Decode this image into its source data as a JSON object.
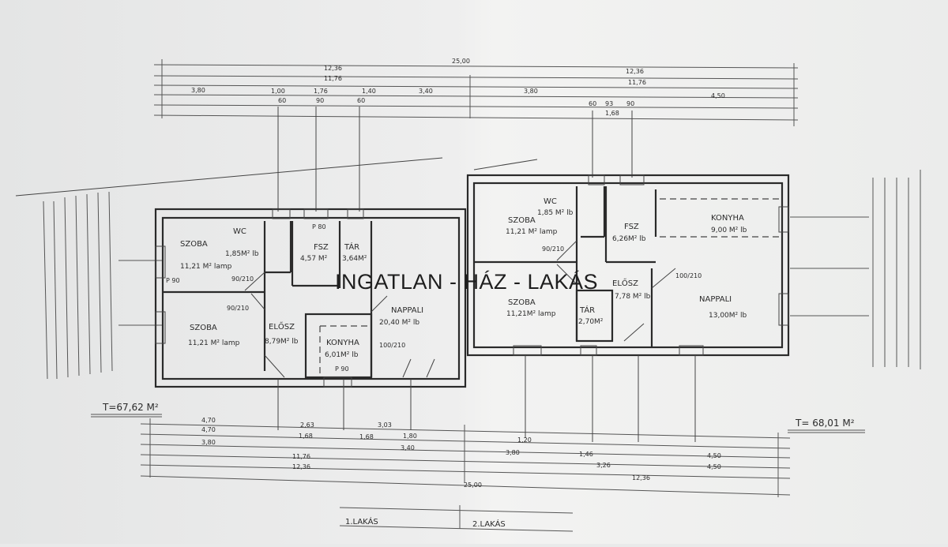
{
  "watermark": "INGATLAN - HÁZ - LAKÁS",
  "unit1": {
    "total_area": "T=67,62 M²",
    "label": "1.LAKÁS",
    "rooms": [
      {
        "name": "SZOBA",
        "area": "11,21 M² lamp"
      },
      {
        "name": "SZOBA",
        "area": "11,21 M² lamp"
      },
      {
        "name": "WC",
        "area": "1,85M² lb"
      },
      {
        "name": "FSZ",
        "area": "4,57 M²"
      },
      {
        "name": "TÁR",
        "area": "3,64M²"
      },
      {
        "name": "NAPPALI",
        "area": "20,40 M² lb"
      },
      {
        "name": "ELŐSZ",
        "area": "8,79M² lb"
      },
      {
        "name": "KONYHA",
        "area": "6,01M² lb"
      }
    ]
  },
  "unit2": {
    "total_area": "T= 68,01 M²",
    "label": "2.LAKÁS",
    "rooms": [
      {
        "name": "SZOBA",
        "area": "11,21 M² lamp"
      },
      {
        "name": "SZOBA",
        "area": "11,21M² lamp"
      },
      {
        "name": "WC",
        "area": "1,85 M² lb"
      },
      {
        "name": "FSZ",
        "area": "6,26M² lb"
      },
      {
        "name": "TÁR",
        "area": "2,70M²"
      },
      {
        "name": "ELŐSZ",
        "area": "7,78 M² lb"
      },
      {
        "name": "KONYHA",
        "area": "9,00 M² lb"
      },
      {
        "name": "NAPPALI",
        "area": "13,00M² lb"
      }
    ]
  },
  "dimensions": {
    "top": [
      "25,00",
      "12,36",
      "11,76",
      "12,36",
      "11,76",
      "3,80",
      "3,80",
      "4,50",
      "1,76",
      "1,40",
      "3,40",
      "1,00",
      "60",
      "90",
      "60",
      "1,68",
      "60",
      "93",
      "90"
    ],
    "bottom": [
      "25,00",
      "12,36",
      "11,76",
      "12,36",
      "4,70",
      "4,70",
      "3,80",
      "2,63",
      "3,03",
      "1,68",
      "1,68",
      "1,80",
      "3,40",
      "3,80",
      "1,20",
      "4,50",
      "4,50",
      "3,26",
      "1,46"
    ],
    "doors": [
      "90/210",
      "90/210",
      "100/210",
      "100/210",
      "90/210",
      "P 90",
      "P 80",
      "P 90"
    ]
  }
}
